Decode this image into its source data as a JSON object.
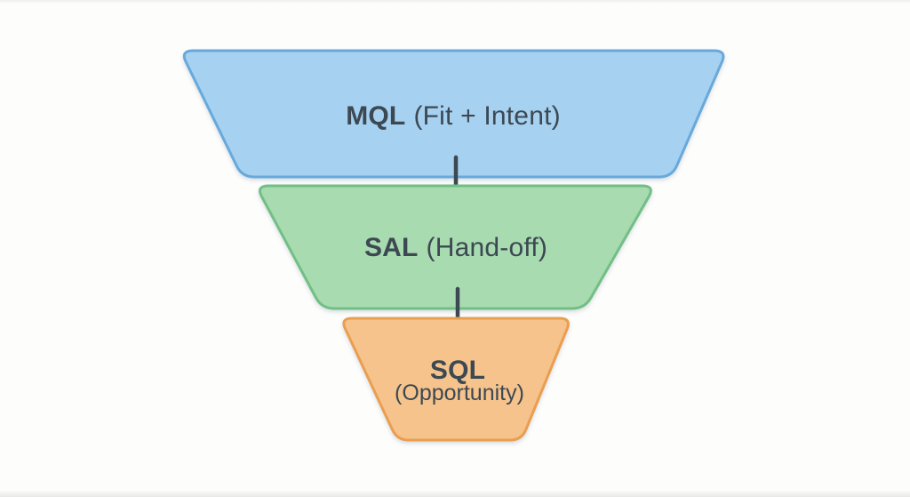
{
  "diagram": {
    "type": "funnel",
    "background": "#fdfdfc",
    "text_color": "#3c4852",
    "arrow": {
      "color": "#3c4852",
      "direction": "down"
    },
    "stages": [
      {
        "id": "mql",
        "bold_label": "MQL",
        "sub_label": "(Fit + Intent)",
        "fill": "#a6d1f0",
        "border": "#67a9db"
      },
      {
        "id": "sal",
        "bold_label": "SAL",
        "sub_label": "(Hand-off)",
        "fill": "#a8dbb0",
        "border": "#72bf85"
      },
      {
        "id": "sql",
        "bold_label": "SQL",
        "sub_label": "(Opportunity)",
        "fill": "#f6c38c",
        "border": "#ea9e4f"
      }
    ]
  }
}
